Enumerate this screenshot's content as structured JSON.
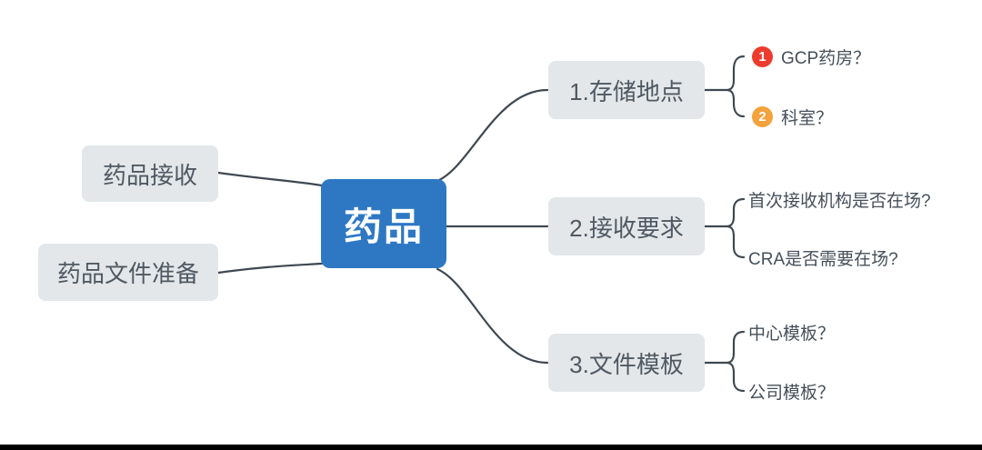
{
  "diagram": {
    "type": "mindmap",
    "center": {
      "label": "药品"
    },
    "left_nodes": [
      {
        "label": "药品接收"
      },
      {
        "label": "药品文件准备"
      }
    ],
    "branches": [
      {
        "label": "1.存储地点",
        "children": [
          {
            "badge": "1",
            "badge_color": "#ed3b2e",
            "text": "GCP药房？"
          },
          {
            "badge": "2",
            "badge_color": "#f3a23c",
            "text": "科室？"
          }
        ]
      },
      {
        "label": "2.接收要求",
        "children": [
          {
            "text": "首次接收机构是否在场?"
          },
          {
            "text": "CRA是否需要在场?"
          }
        ]
      },
      {
        "label": "3.文件模板",
        "children": [
          {
            "text": "中心模板？"
          },
          {
            "text": "公司模板？"
          }
        ]
      }
    ],
    "colors": {
      "center_fill": "#2e78c3",
      "center_text": "#ffffff",
      "node_fill": "#e3e7e9",
      "node_text": "#4f5963",
      "child_text": "#454f59",
      "connector_line": "#3f4851",
      "badge_1": "#ed3b2e",
      "badge_2": "#f3a23c",
      "bottom_bar": "#000000"
    }
  }
}
